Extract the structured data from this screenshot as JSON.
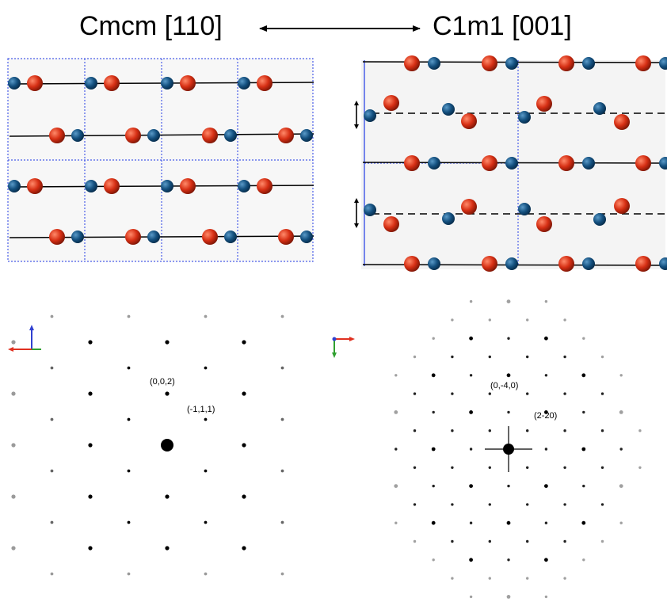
{
  "header": {
    "left_structure": "Cmcm [110]",
    "right_structure": "C1m1 [001]"
  },
  "colors": {
    "oxygen_atom": "#cc2a12",
    "metal_atom": "#114c7a",
    "cell_boundary": "#4a5ee8",
    "layer_line": "#000000",
    "spot": "#000000",
    "axis_x": "#e03020",
    "axis_y": "#30a030",
    "axis_z": "#3040d0"
  },
  "left_diffraction": {
    "labels": [
      "(0,0,2)",
      "(-1,1,1)"
    ]
  },
  "right_diffraction": {
    "labels": [
      "(0,-4,0)",
      "(2-20)"
    ]
  }
}
